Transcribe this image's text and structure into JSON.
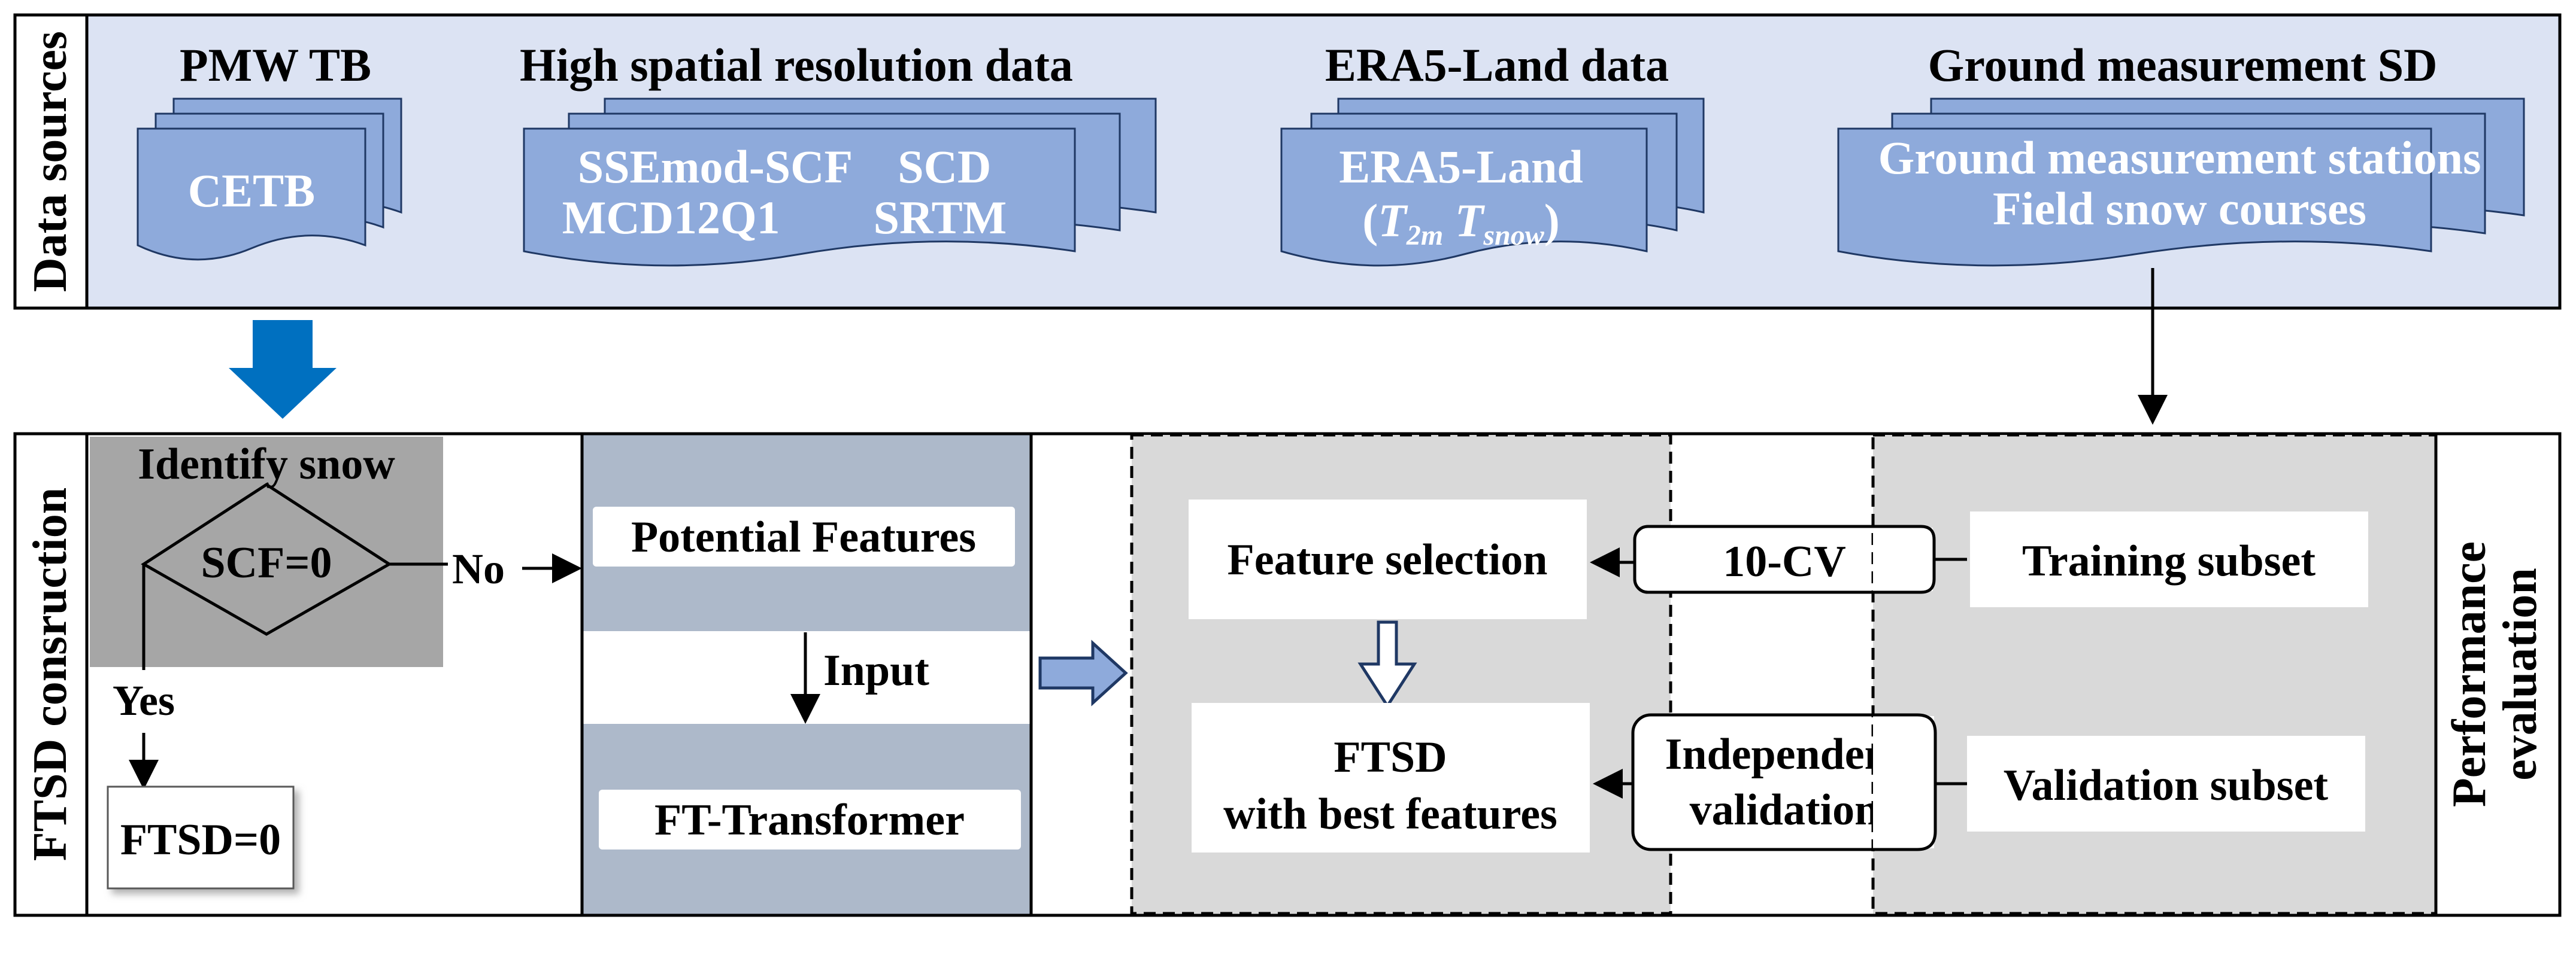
{
  "data_sources": {
    "label": "Data sources",
    "groups": [
      {
        "title": "PMW TB",
        "lines": [
          "CETB"
        ]
      },
      {
        "title": "High spatial resolution data",
        "lines": [
          "SSEmod-SCF    SCD",
          "MCD12Q1        SRTM"
        ]
      },
      {
        "title": "ERA5-Land data",
        "lines": [
          "ERA5-Land"
        ],
        "formula": {
          "open": "(",
          "t1": "T",
          "s1": "2m",
          "t2": " T",
          "s2": "snow",
          "close": ")"
        }
      },
      {
        "title": "Ground measurement SD",
        "lines": [
          "Ground measurement stations",
          "Field snow courses"
        ]
      }
    ]
  },
  "construction": {
    "label": "FTSD consruction",
    "identify_title": "Identify snow",
    "decision": "SCF=0",
    "no_label": "No",
    "yes_label": "Yes",
    "result_zero": "FTSD=0",
    "potential_features": "Potential Features",
    "input_label": "Input",
    "model": "FT-Transformer",
    "feature_selection": "Feature selection",
    "ftsd_best": [
      "FTSD",
      "with best features"
    ],
    "cv": "10-CV",
    "independent": [
      "Independent",
      "validation"
    ],
    "training": "Training subset",
    "validation": "Validation subset"
  },
  "performance_label": [
    "Performance",
    "evaluation"
  ],
  "colors": {
    "source_band": "#dce3f3",
    "doc_fill": "#8eaadb",
    "gray_panel": "#d9d9d9",
    "dark_gray": "#a6a6a6",
    "transformer_panel": "#adb9ca",
    "blue_arrow": "#0070c0"
  }
}
